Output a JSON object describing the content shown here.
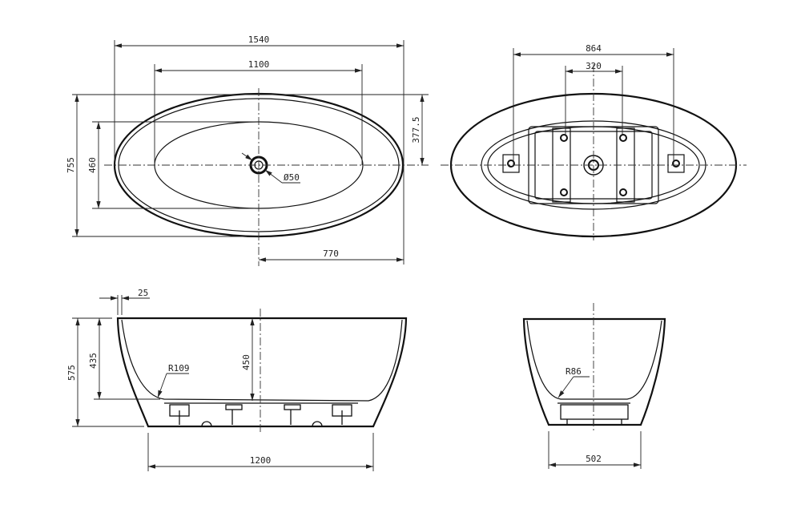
{
  "top_view": {
    "overall_length": "1540",
    "basin_length": "1100",
    "overall_width": "755",
    "basin_width": "460",
    "half_width": "377.5",
    "half_length": "770",
    "drain_diameter": "Ø50"
  },
  "bottom_view": {
    "support_span": "864",
    "drain_span": "320"
  },
  "side_view": {
    "rim_thickness": "25",
    "overall_height": "575",
    "inner_depth": "435",
    "center_depth": "450",
    "corner_radius": "R109",
    "base_length": "1200"
  },
  "end_view": {
    "corner_radius": "R86",
    "base_width": "502"
  }
}
